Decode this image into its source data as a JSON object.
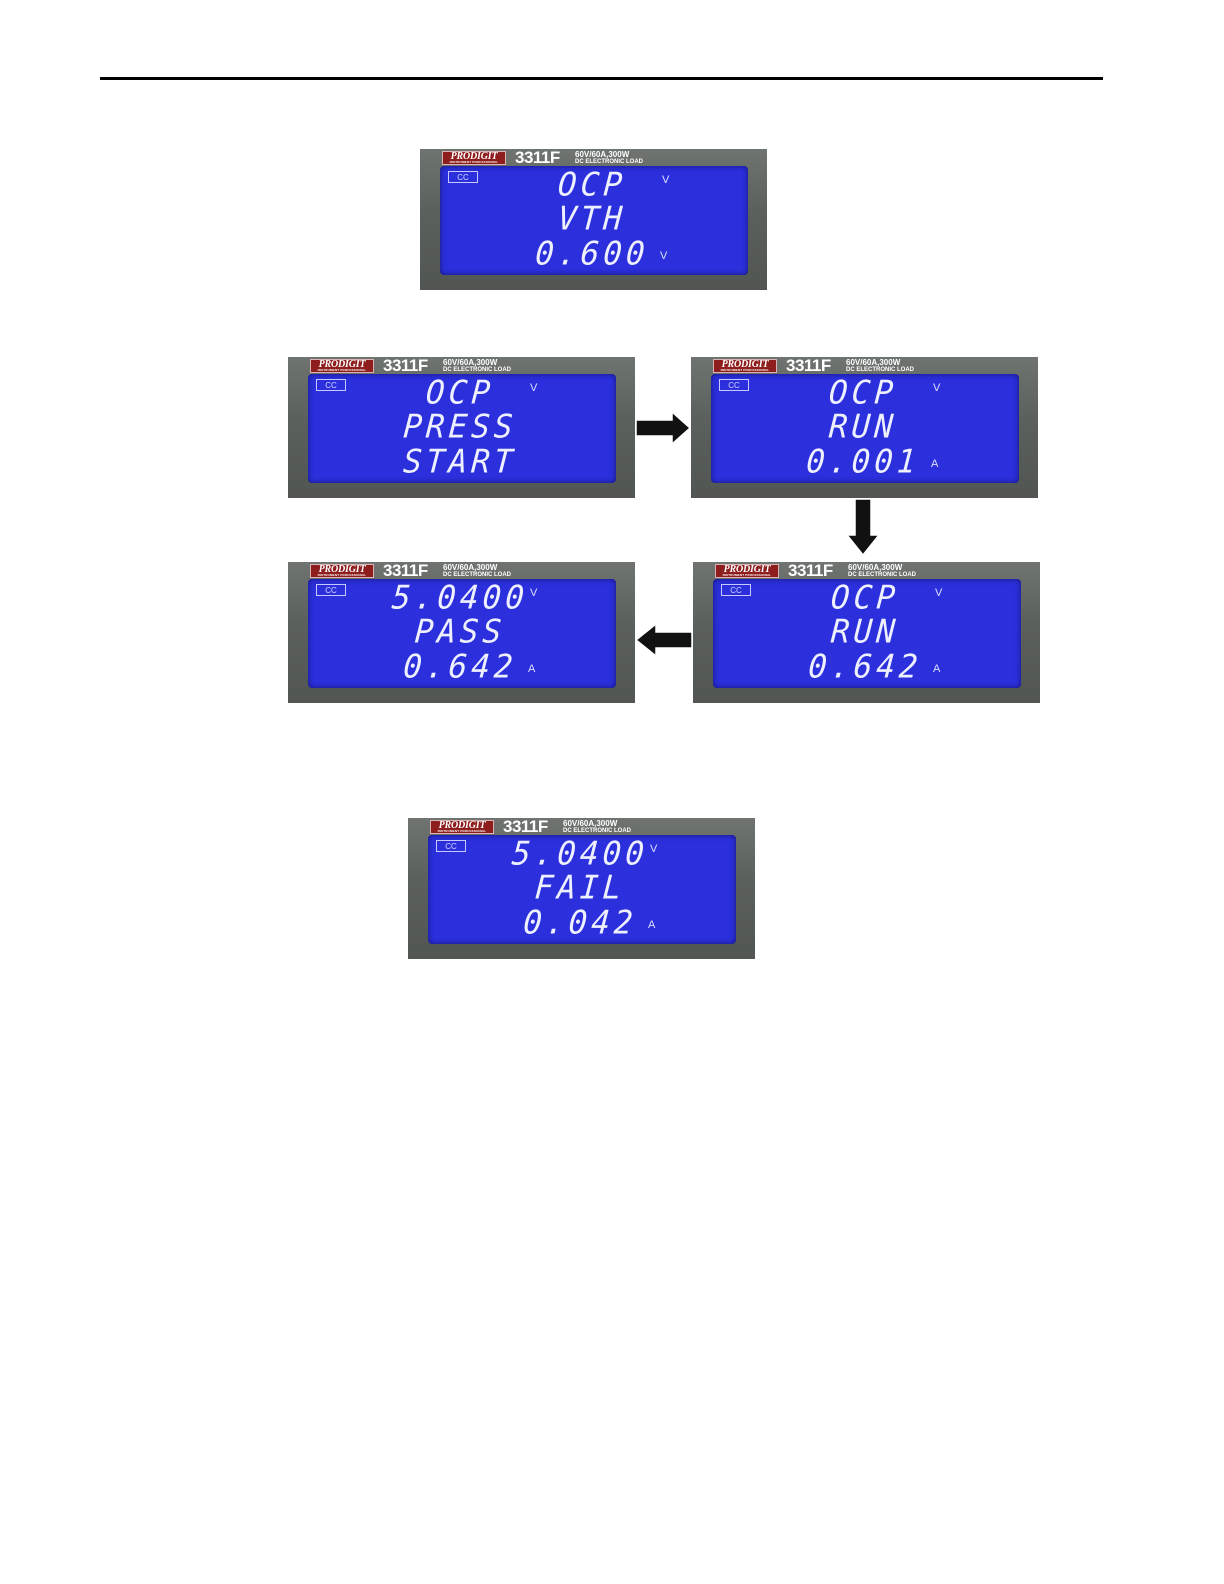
{
  "panel_common": {
    "brand": "PRODIGIT",
    "brand_tagline": "INSTRUMENT PROFESSIONAL",
    "model": "3311F",
    "spec_line1": "60V/60A,300W",
    "spec_line2": "DC ELECTRONIC LOAD",
    "mode_badge": "CC"
  },
  "displays": {
    "vth": {
      "line1": "OCP",
      "line2": "VTH",
      "line3": "0.600",
      "unit1": "V",
      "unit3": "V"
    },
    "press_start": {
      "line1": "OCP",
      "line2": "PRESS",
      "line3": "START",
      "unit1": "V",
      "unit3": ""
    },
    "run_start": {
      "line1": "OCP",
      "line2": "RUN",
      "line3": "0.001",
      "unit1": "V",
      "unit3": "A"
    },
    "run_end": {
      "line1": "OCP",
      "line2": "RUN",
      "line3": "0.642",
      "unit1": "V",
      "unit3": "A"
    },
    "pass": {
      "line1": "5.0400",
      "line2": "PASS",
      "line3": "0.642",
      "unit1": "V",
      "unit3": "A"
    },
    "fail": {
      "line1": "5.0400",
      "line2": "FAIL",
      "line3": "0.042",
      "unit1": "V",
      "unit3": "A"
    }
  }
}
